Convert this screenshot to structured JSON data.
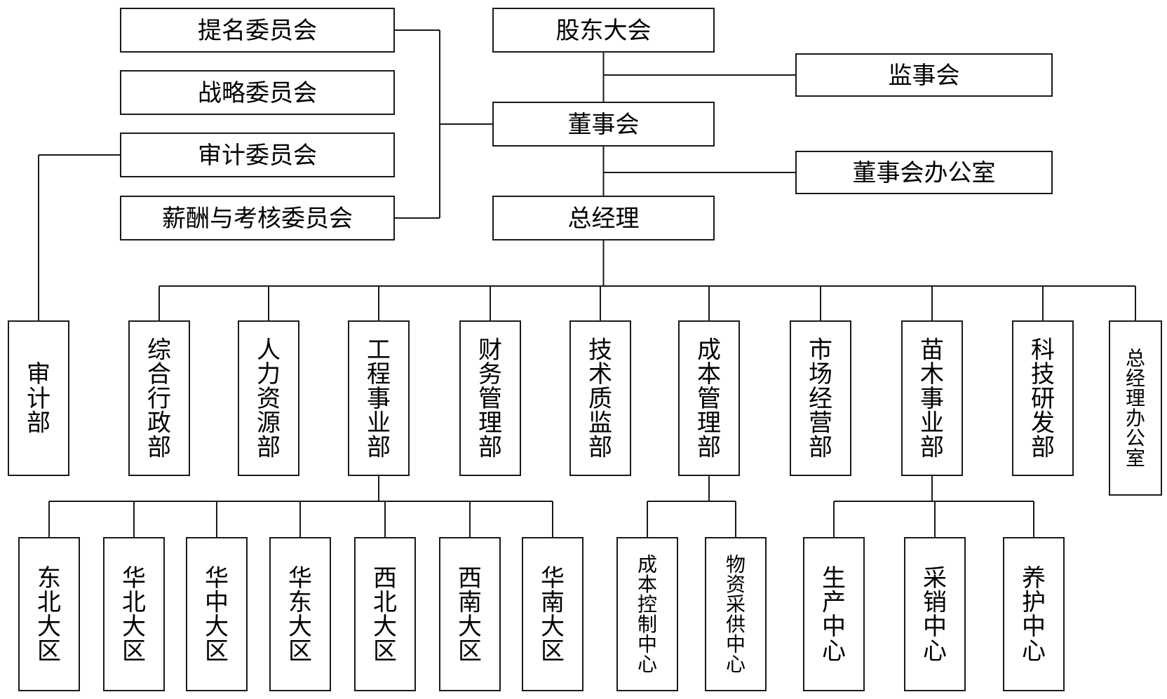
{
  "diagram": {
    "type": "org-chart",
    "line_color": "#1a1a1a",
    "nodes": {
      "shareholders": "股东大会",
      "supervisory_board": "监事会",
      "board": "董事会",
      "board_office": "董事会办公室",
      "general_manager": "总经理",
      "nomination_committee": "提名委员会",
      "strategy_committee": "战略委员会",
      "audit_committee": "审计委员会",
      "compensation_committee": "薪酬与考核委员会",
      "audit_dept": "审计部",
      "admin_dept": "综合行政部",
      "hr_dept": "人力资源部",
      "engineering_dept": "工程事业部",
      "finance_dept": "财务管理部",
      "quality_dept": "技术质监部",
      "cost_dept": "成本管理部",
      "market_dept": "市场经营部",
      "nursery_dept": "苗木事业部",
      "rnd_dept": "科技研发部",
      "gm_office": "总经理办公室",
      "region_northeast": "东北大区",
      "region_north": "华北大区",
      "region_central": "华中大区",
      "region_east": "华东大区",
      "region_northwest": "西北大区",
      "region_southwest": "西南大区",
      "region_south": "华南大区",
      "cost_control_center": "成本控制中心",
      "material_supply_center": "物资采供中心",
      "production_center": "生产中心",
      "sales_center": "采销中心",
      "maintenance_center": "养护中心"
    }
  }
}
